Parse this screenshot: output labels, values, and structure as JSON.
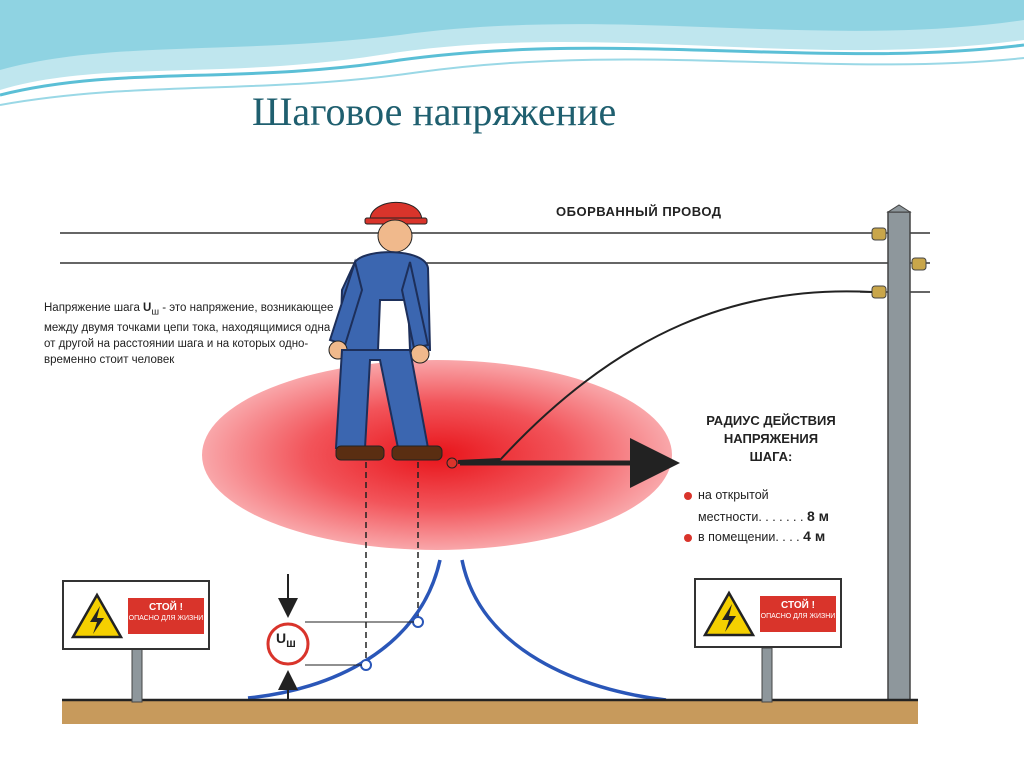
{
  "slide": {
    "title": "Шаговое напряжение"
  },
  "diagram": {
    "wire_label": "ОБОРВАННЫЙ ПРОВОД",
    "definition": {
      "part1": "Напряжение шага ",
      "symbol": "U",
      "subscript": "ш",
      "part2": " - это напряжение, возникающее между двумя точками цепи тока, находящимися одна от другой на расстоянии шага и на которых одно-временно стоит человек"
    },
    "radius": {
      "title_line1": "РАДИУС ДЕЙСТВИЯ",
      "title_line2": "НАПРЯЖЕНИЯ",
      "title_line3": "ШАГА:",
      "items": [
        {
          "label_line1": "на открытой",
          "label_line2": "местности. . . . . . .",
          "value": "8 м"
        },
        {
          "label": "в помещении. . . .",
          "value": "4 м"
        }
      ]
    },
    "sign": {
      "stop": "СТОЙ !",
      "danger": "ОПАСНО ДЛЯ ЖИЗНИ"
    },
    "meter": {
      "symbol": "U",
      "subscript": "ш"
    },
    "colors": {
      "danger_red": "#d9342b",
      "curve_blue": "#2a56b8",
      "title_teal": "#1f5f6f"
    }
  }
}
